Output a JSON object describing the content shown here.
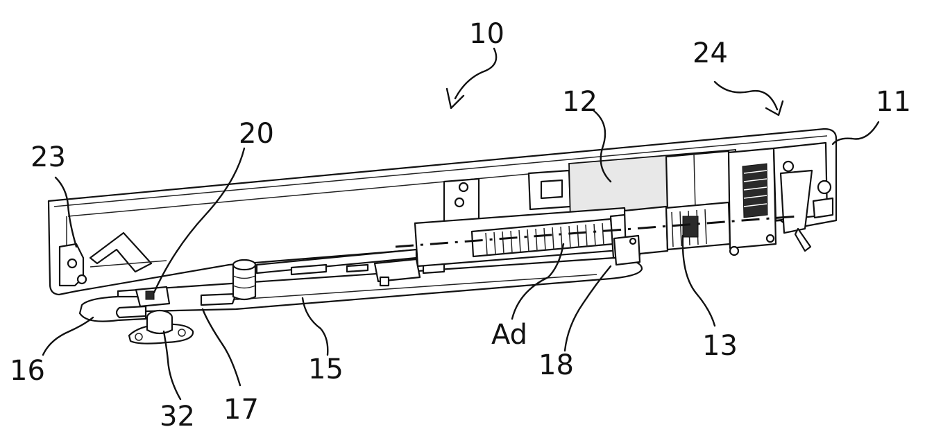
{
  "labels": {
    "l10": "10",
    "l24": "24",
    "l12": "12",
    "l11": "11",
    "l23": "23",
    "l20": "20",
    "l16": "16",
    "l32": "32",
    "l17": "17",
    "l15": "15",
    "lAd": "Ad",
    "l18": "18",
    "l13": "13"
  }
}
